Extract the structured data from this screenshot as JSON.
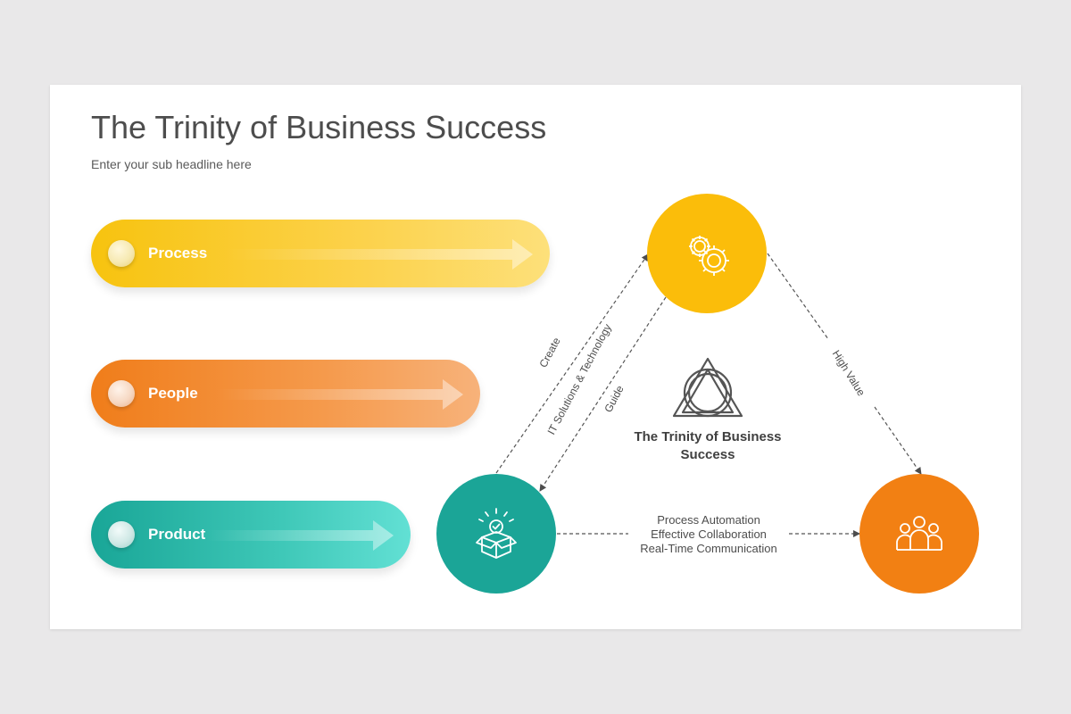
{
  "slide": {
    "title": "The Trinity of Business Success",
    "subtitle": "Enter your sub headline here"
  },
  "pills": [
    {
      "label": "Process",
      "color": "#f7c30f"
    },
    {
      "label": "People",
      "color": "#f07d1a"
    },
    {
      "label": "Product",
      "color": "#19a697"
    }
  ],
  "nodes": {
    "top": {
      "icon": "gears-icon",
      "color": "#fbbd0a"
    },
    "left": {
      "icon": "product-box-icon",
      "color": "#1ba597"
    },
    "right": {
      "icon": "people-group-icon",
      "color": "#f28013"
    }
  },
  "center": {
    "icon": "trinity-logo-icon",
    "title": "The Trinity of Business Success"
  },
  "edges": {
    "left_outer": "Create",
    "left_middle": "IT Solutions & Technology",
    "left_inner": "Guide",
    "right": "High Value",
    "bottom": [
      "Process Automation",
      "Effective Collaboration",
      "Real-Time Communication"
    ]
  }
}
